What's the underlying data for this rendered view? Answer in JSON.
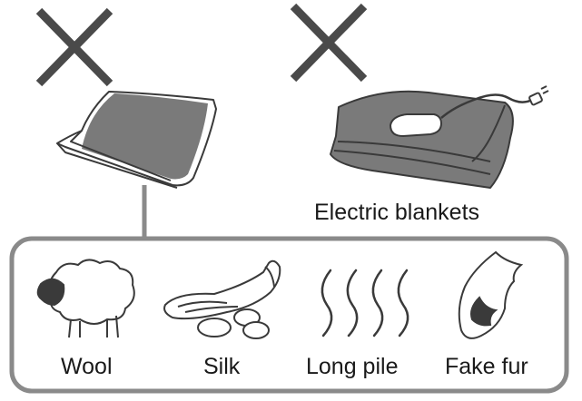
{
  "labels": {
    "electric_blankets": "Electric blankets",
    "wool": "Wool",
    "silk": "Silk",
    "long_pile": "Long pile",
    "fake_fur": "Fake fur"
  },
  "icons": {
    "prohibited_1": "x-mark-icon",
    "prohibited_2": "x-mark-icon",
    "blanket": "blanket-icon",
    "electric_blanket": "electric-blanket-icon",
    "wool": "sheep-icon",
    "silk": "silk-cocoon-icon",
    "long_pile": "long-pile-icon",
    "fake_fur": "fox-tail-icon"
  },
  "colors": {
    "x_mark": "#4a4a4a",
    "blanket_fill": "#7a7a7a",
    "outline": "#3a3a3a",
    "frame": "#8a8a8a"
  }
}
